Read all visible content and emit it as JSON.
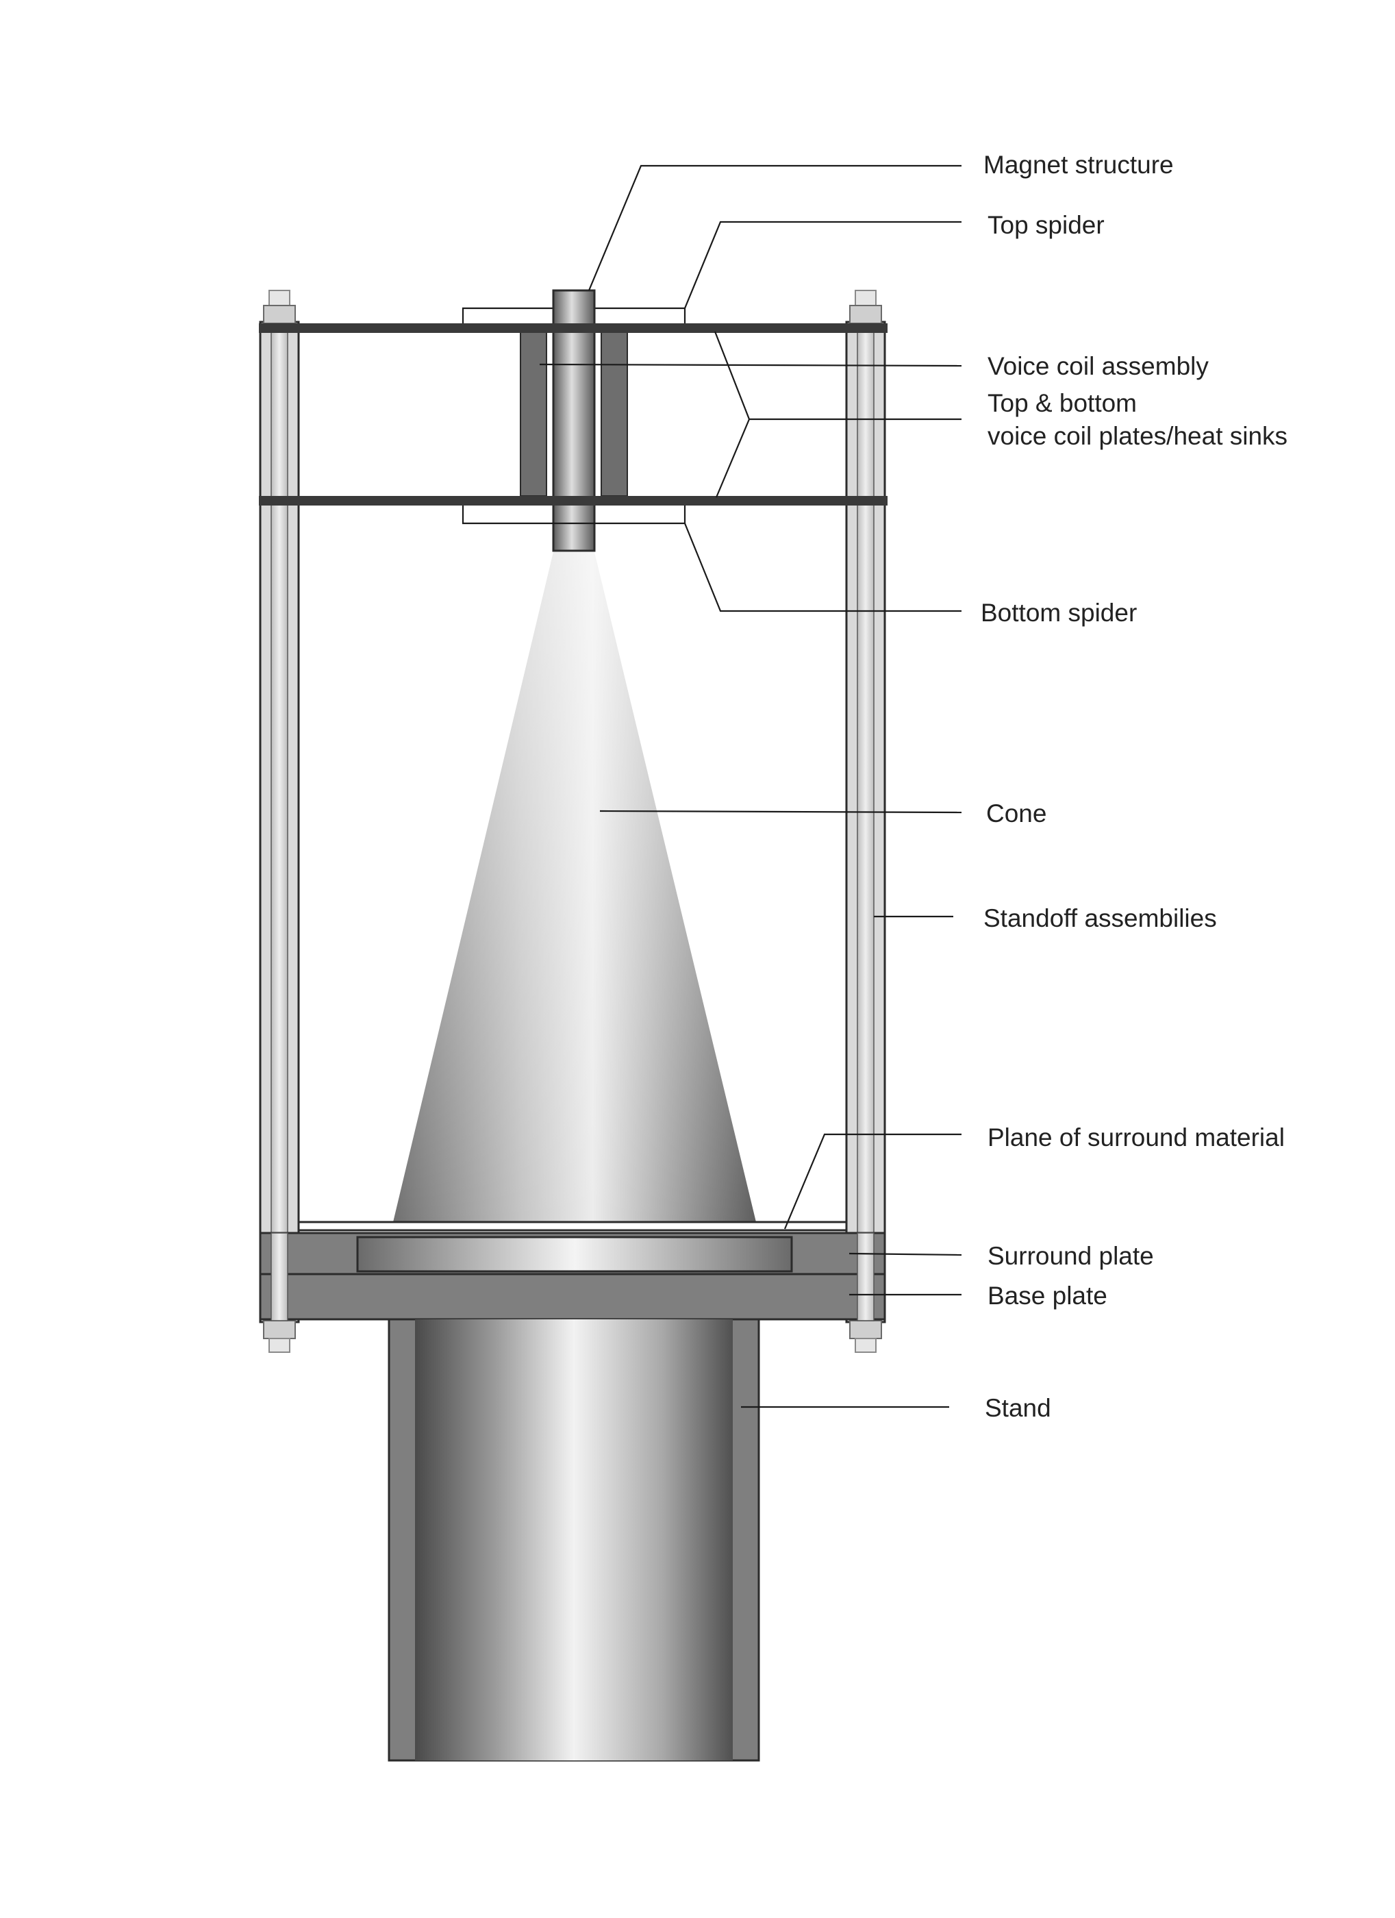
{
  "labels": {
    "magnet_structure": "Magnet structure",
    "top_spider": "Top spider",
    "voice_coil_assembly": "Voice coil assembly",
    "plates_line1": "Top & bottom",
    "plates_line2": "voice coil plates/heat sinks",
    "bottom_spider": "Bottom spider",
    "cone": "Cone",
    "standoff_assemblies": "Standoff assembilies",
    "plane_of_surround": "Plane of surround material",
    "surround_plate": "Surround plate",
    "base_plate": "Base plate",
    "stand": "Stand"
  },
  "colors": {
    "background": "#ffffff",
    "frame_line": "#2b2b2b",
    "plate_dark": "#3a3a3a",
    "metal_light": "#e8e8e8",
    "metal_mid": "#8a8a8a",
    "base_gray": "#7f7f7f",
    "coil_gray": "#6e6e6e",
    "label_text": "#222222"
  }
}
